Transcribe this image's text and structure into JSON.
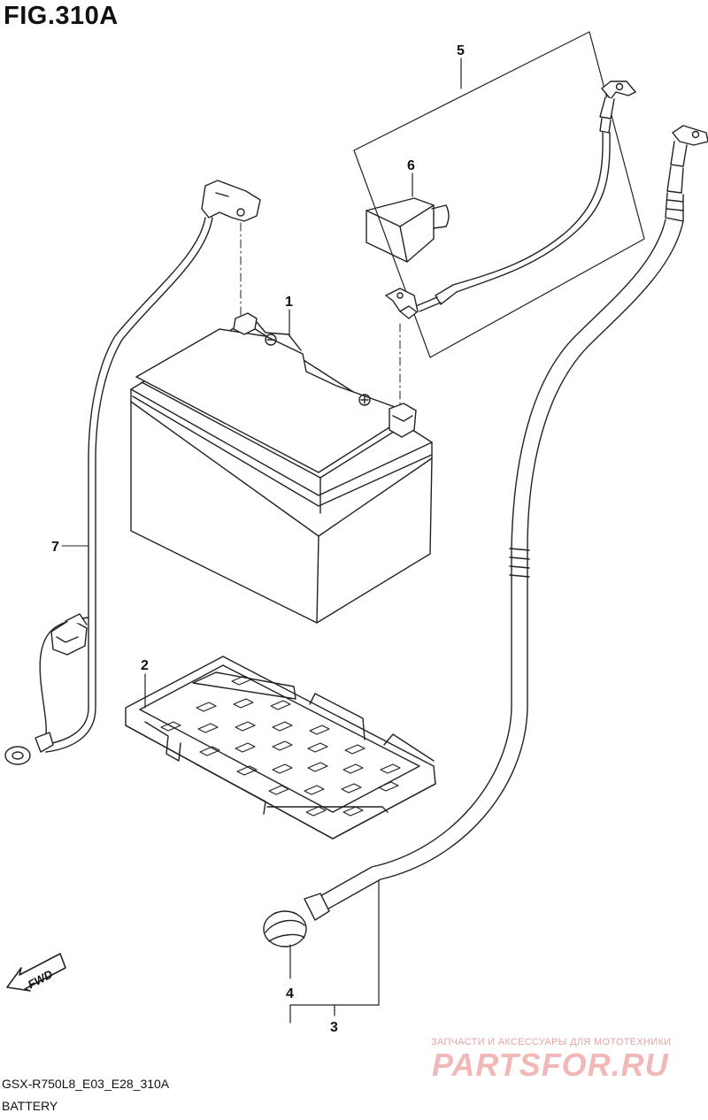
{
  "figure": {
    "title": "FIG.310A",
    "code": "GSX-R750L8_E03_E28_310A",
    "name": "BATTERY"
  },
  "callouts": [
    {
      "id": "1",
      "label": "1"
    },
    {
      "id": "2",
      "label": "2"
    },
    {
      "id": "3",
      "label": "3"
    },
    {
      "id": "4",
      "label": "4"
    },
    {
      "id": "5",
      "label": "5"
    },
    {
      "id": "6",
      "label": "6"
    },
    {
      "id": "7",
      "label": "7"
    }
  ],
  "direction_badge": "FWD",
  "watermark": {
    "tagline": "ЗАПЧАСТИ И АКСЕССУАРЫ ДЛЯ МОТОТЕХНИКИ",
    "logo": "PARTSFOR.RU"
  }
}
